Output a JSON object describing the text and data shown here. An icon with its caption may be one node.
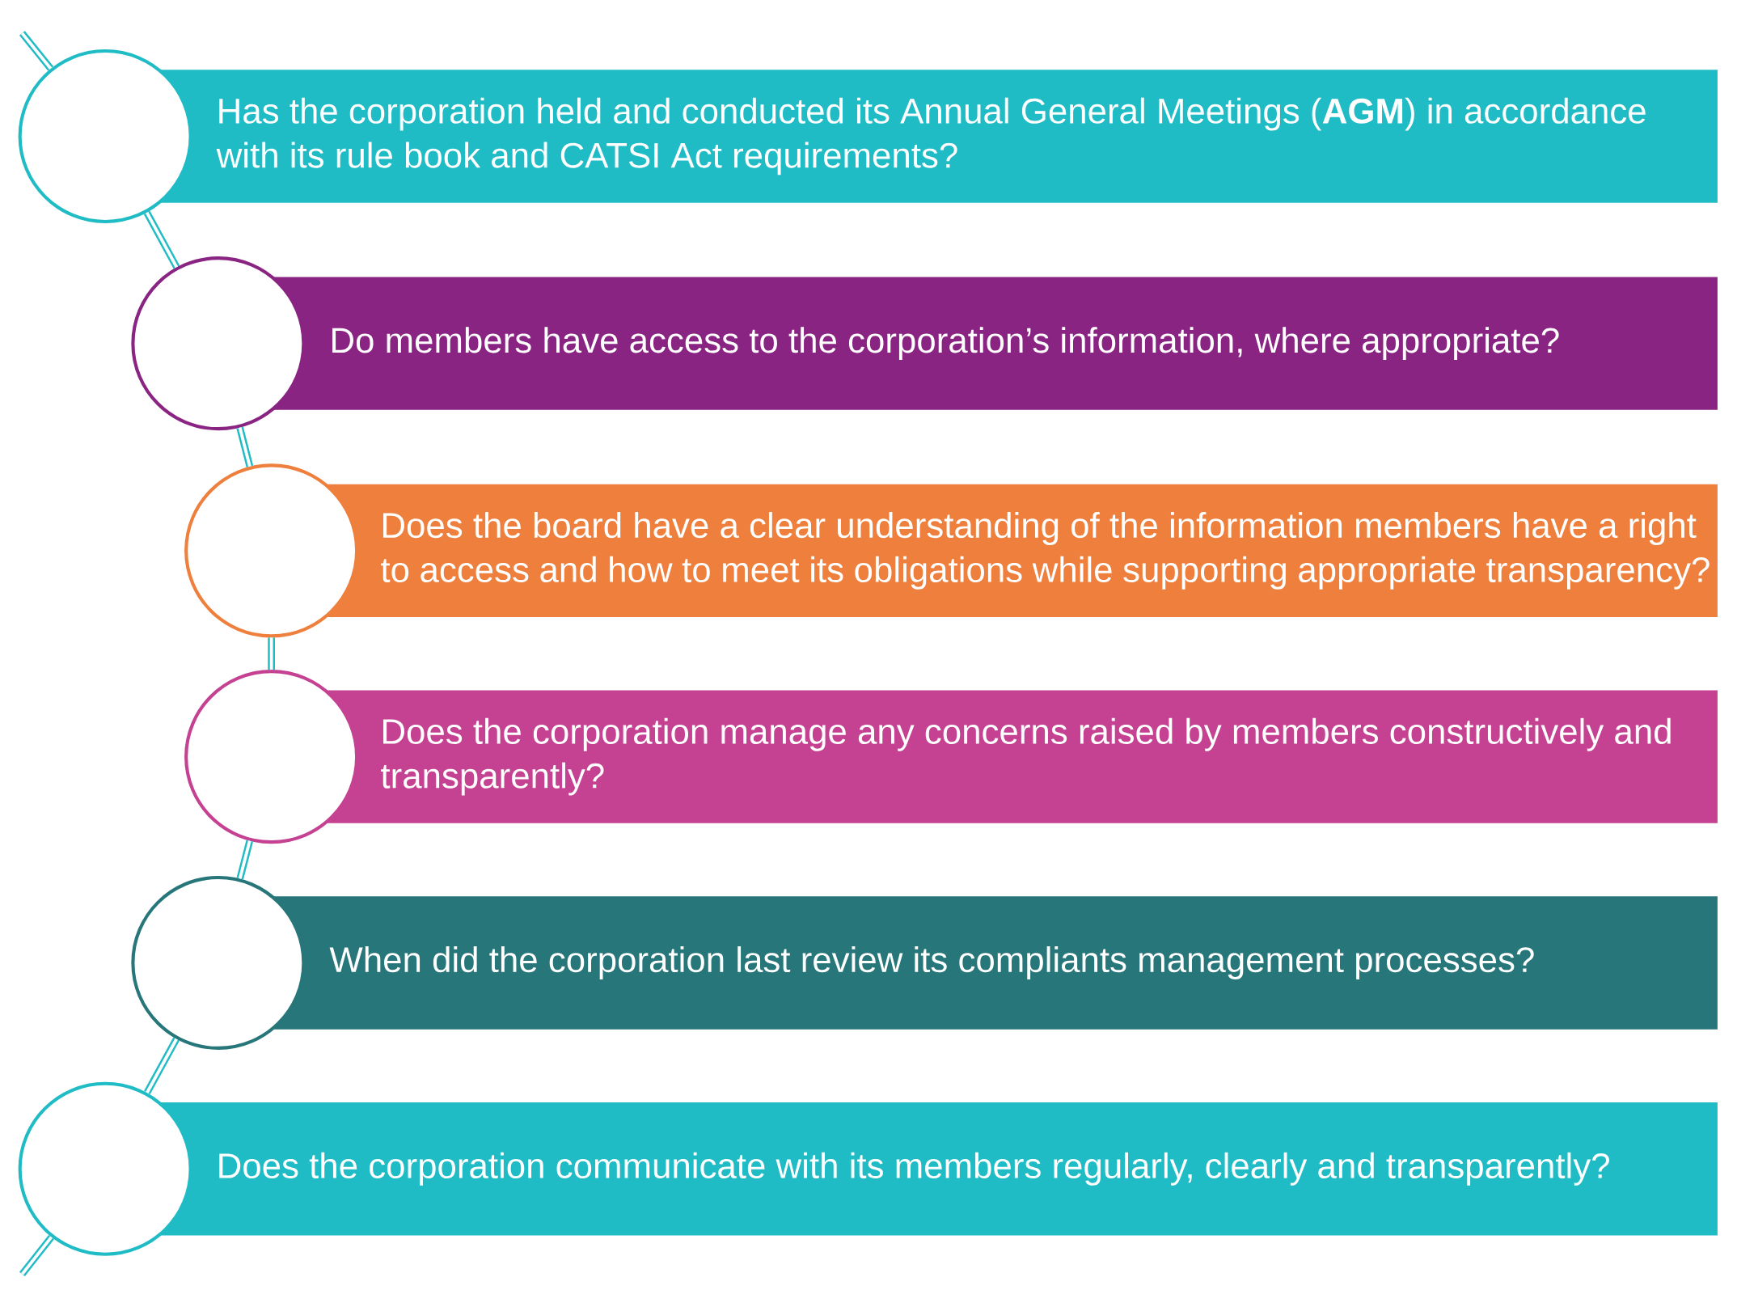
{
  "diagram": {
    "nodes": [
      {
        "text": [],
        "shape": "circle"
      },
      {
        "text": [
          "Has the corporation held and conducted its Annual General Meetings (**AGM**) in accordance with its rule book and CATSI Act requirements?"
        ]
      },
      {
        "text": [],
        "shape": "circle"
      },
      {
        "text": [
          "Do members have access to the corporation’s information, where appropriate?"
        ]
      },
      {
        "text": [],
        "shape": "circle"
      },
      {
        "text": [
          "Does the board have a clear understanding of the information members have a right to access and how to meet its obligations while supporting appropriate transparency?"
        ]
      },
      {
        "text": [],
        "shape": "circle"
      },
      {
        "text": [
          "Does the corporation manage any concerns raised by members constructively and transparently?"
        ]
      },
      {
        "text": [],
        "shape": "circle"
      },
      {
        "text": [
          "When did the corporation last review its compliants management processes?"
        ]
      },
      {
        "text": [],
        "shape": "circle"
      },
      {
        "text": [
          "Does the corporation communicate with its members regularly, clearly and transparently?"
        ]
      }
    ],
    "edges": [
      {
        "from": null,
        "to": 0,
        "arrow": "none"
      },
      {
        "from": 0,
        "to": 2,
        "arrow": "none"
      },
      {
        "from": 2,
        "to": 4,
        "arrow": "none"
      },
      {
        "from": 4,
        "to": 6,
        "arrow": "none"
      },
      {
        "from": 6,
        "to": 8,
        "arrow": "none"
      },
      {
        "from": 8,
        "to": 10,
        "arrow": "none"
      },
      {
        "from": 10,
        "to": null,
        "arrow": "none"
      }
    ]
  }
}
